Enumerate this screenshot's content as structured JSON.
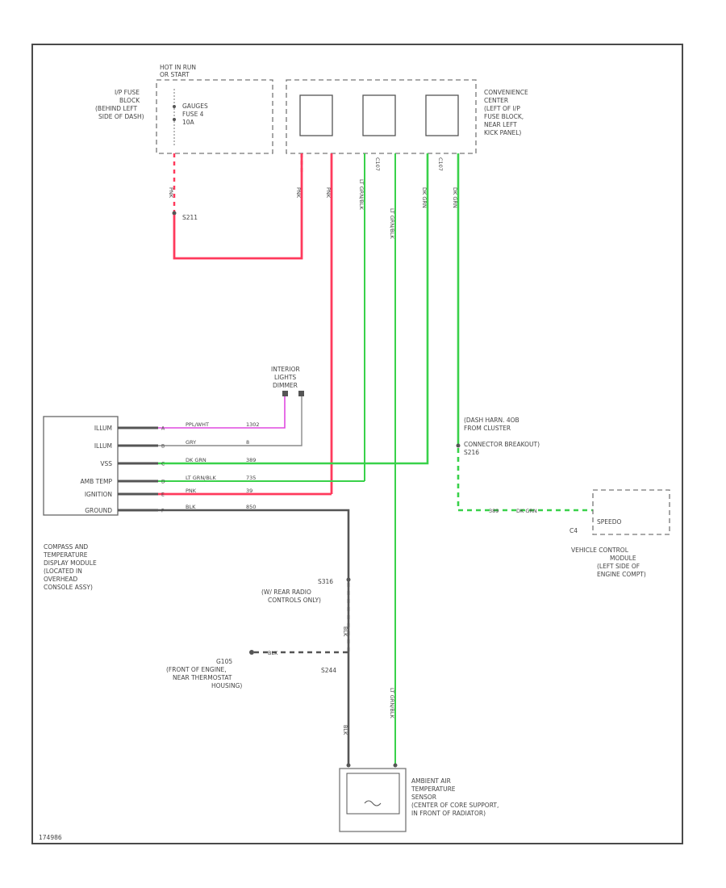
{
  "colors": {
    "red": "#ff3a5c",
    "pink": "#ff3a7a",
    "green": "#39d14a",
    "magenta": "#e04ae0",
    "gray": "#8a8a8a",
    "dark": "#555555",
    "frame": "#4a4a4a"
  },
  "hot": {
    "label_1": "HOT IN RUN",
    "label_2": "OR START",
    "fuse_1": "GAUGES",
    "fuse_2": "FUSE 4",
    "fuse_3": "10A",
    "ip_1": "I/P FUSE",
    "ip_2": "BLOCK",
    "ip_3": "(BEHIND LEFT",
    "ip_4": "SIDE OF DASH)"
  },
  "conv": {
    "l1": "CONVENIENCE",
    "l2": "CENTER",
    "l3": "(LEFT OF I/P",
    "l4": "FUSE BLOCK,",
    "l5": "NEAR LEFT",
    "l6": "KICK PANEL)"
  },
  "wires": {
    "pnk_a": "PNK",
    "pnk_b": "PNK",
    "ltgrn_a": "LT GRN/BLK",
    "ltgrn_b": "LT GRN/BLK",
    "dkgrn_a": "DK GRN",
    "dkgrn_b": "DK GRN",
    "c107_a": "C107",
    "c107_b": "C107",
    "c1": "C1",
    "s211": "S211",
    "pnk_top": "PNK"
  },
  "interior": {
    "l1": "INTERIOR",
    "l2": "LIGHTS",
    "l3": "DIMMER"
  },
  "dash": {
    "l1": "(DASH HARN. 4OB",
    "l2": "FROM CLUSTER",
    "l3": "CONNECTOR BREAKOUT)",
    "l4": "S216"
  },
  "module": {
    "rows": [
      {
        "label": "ILLUM",
        "pin": "A",
        "wire": "PPL/WHT",
        "circ": "1302"
      },
      {
        "label": "ILLUM",
        "pin": "B",
        "wire": "GRY",
        "circ": "8"
      },
      {
        "label": "VSS",
        "pin": "C",
        "wire": "DK GRN",
        "circ": "389"
      },
      {
        "label": "AMB TEMP",
        "pin": "D",
        "wire": "LT GRN/BLK",
        "circ": "735"
      },
      {
        "label": "IGNITION",
        "pin": "E",
        "wire": "PNK",
        "circ": "39"
      },
      {
        "label": "GROUND",
        "pin": "F",
        "wire": "BLK",
        "circ": "850"
      }
    ],
    "name_1": "COMPASS AND",
    "name_2": "TEMPERATURE",
    "name_3": "DISPLAY MODULE",
    "name_4": "(LOCATED IN",
    "name_5": "OVERHEAD",
    "name_6": "CONSOLE ASSY)"
  },
  "speedo": {
    "label": "SPEEDO",
    "c4": "C4",
    "wire_circ": "389",
    "wire": "DK GRN",
    "vcm_1": "VEHICLE CONTROL",
    "vcm_2": "MODULE",
    "vcm_3": "(LEFT SIDE OF",
    "vcm_4": "ENGINE COMPT)"
  },
  "splice": {
    "s316_1": "S316",
    "s316_2": "(W/ REAR RADIO",
    "s316_3": "CONTROLS ONLY)",
    "blk": "BLK",
    "g105_1": "G105",
    "g105_2": "(FRONT OF ENGINE,",
    "g105_3": "NEAR THERMOSTAT",
    "g105_4": "HOUSING)",
    "s244": "S244",
    "blk_g": "BLK",
    "blk_low": "BLK",
    "ltgrn_low": "LT GRN/BLK"
  },
  "sensor": {
    "l1": "AMBIENT AIR",
    "l2": "TEMPERATURE",
    "l3": "SENSOR",
    "l4": "(CENTER OF CORE SUPPORT,",
    "l5": "IN FRONT OF RADIATOR)"
  },
  "footer": {
    "code": "174986"
  }
}
